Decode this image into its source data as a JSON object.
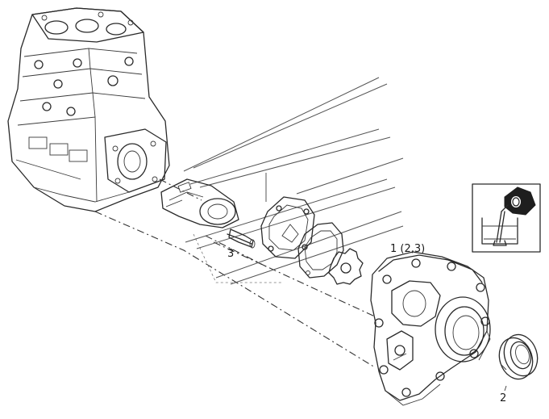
{
  "diagram": {
    "callouts": {
      "main_part": "1 (2,3)",
      "seal": "2",
      "dowel": "3"
    },
    "parts": [
      {
        "id": "engine-block",
        "icon": "engine-block-icon"
      },
      {
        "id": "crankshaft-gear",
        "icon": "gear-hub-icon"
      },
      {
        "id": "dowel-pin",
        "icon": "pin-icon"
      },
      {
        "id": "gasket",
        "icon": "gasket-icon"
      },
      {
        "id": "oil-pump-rotor",
        "icon": "rotor-icon"
      },
      {
        "id": "front-cover",
        "icon": "front-cover-icon"
      },
      {
        "id": "oil-seal",
        "icon": "seal-ring-icon"
      }
    ],
    "inset": {
      "icon": "sealant-application-icon"
    }
  }
}
